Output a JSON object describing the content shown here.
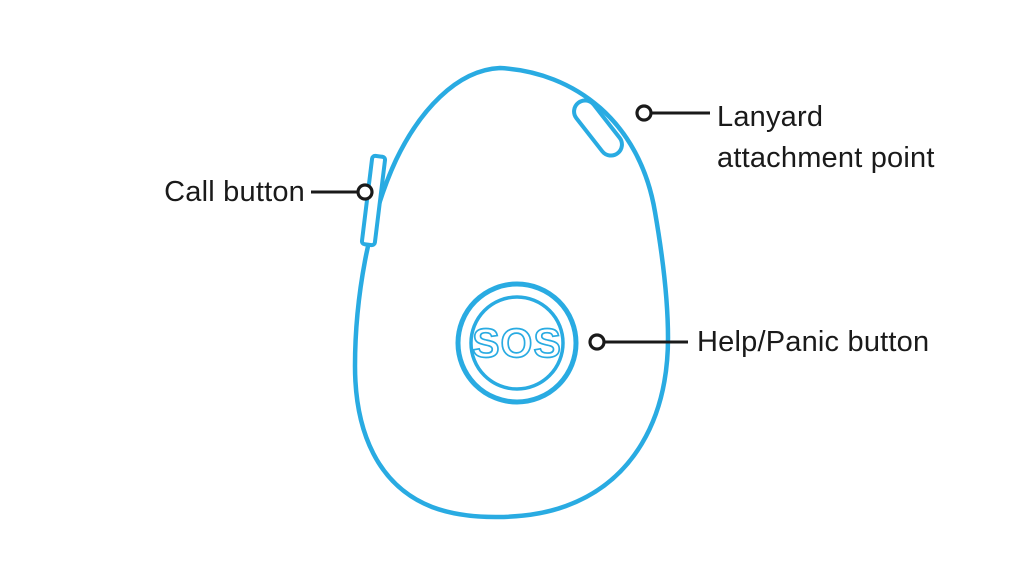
{
  "diagram": {
    "labels": {
      "call_button": "Call button",
      "lanyard_line1": "Lanyard",
      "lanyard_line2": "attachment point",
      "help_panic_button": "Help/Panic button"
    },
    "device": {
      "sos_text": "SOS"
    },
    "colors": {
      "device_outline": "#29ABE2",
      "text": "#1A1A1A",
      "leader": "#1A1A1A",
      "background": "#FFFFFF"
    }
  }
}
